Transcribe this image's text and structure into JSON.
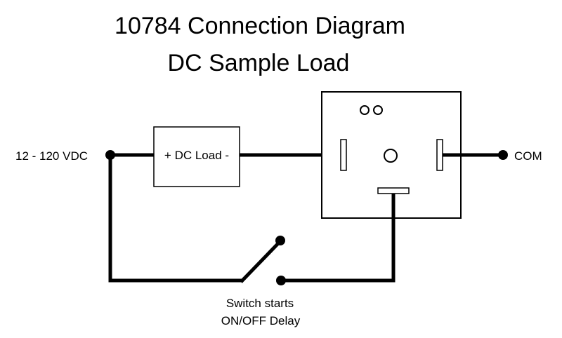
{
  "title": "10784 Connection Diagram",
  "subtitle": "DC Sample Load",
  "labels": {
    "input": "12 - 120 VDC",
    "load": "+ DC Load -",
    "com": "COM",
    "switch_caption_line1": "Switch starts",
    "switch_caption_line2": "ON/OFF Delay"
  },
  "colors": {
    "wire": "#000000",
    "background": "#ffffff"
  }
}
